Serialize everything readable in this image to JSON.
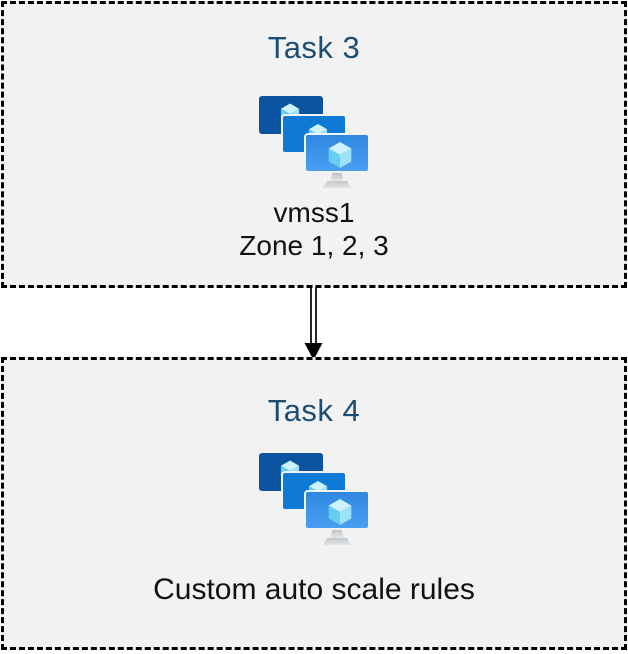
{
  "diagram": {
    "tasks": [
      {
        "title": "Task 3",
        "icon": "vm-scale-sets-icon",
        "lines": [
          "vmss1",
          "Zone 1, 2, 3"
        ]
      },
      {
        "title": "Task 4",
        "icon": "vm-scale-sets-icon",
        "lines": [
          "Custom auto scale rules"
        ]
      }
    ],
    "connector": {
      "type": "double-line-arrow",
      "direction": "down"
    },
    "colors": {
      "page_background": "#ffffff",
      "box_background": "#f2f2f2",
      "box_border": "#000000",
      "title_text": "#1b4e74",
      "body_text": "#111111",
      "monitor_back": "#0b52a0",
      "monitor_middle": "#0e7ad6",
      "monitor_front_top": "#2e86df",
      "monitor_front_bottom": "#4aa0f2",
      "cube_top": "#cdf2ff",
      "cube_left": "#66cff1",
      "cube_right": "#9ce2f8",
      "stand": "#c9cdd1",
      "arrow": "#000000"
    }
  }
}
